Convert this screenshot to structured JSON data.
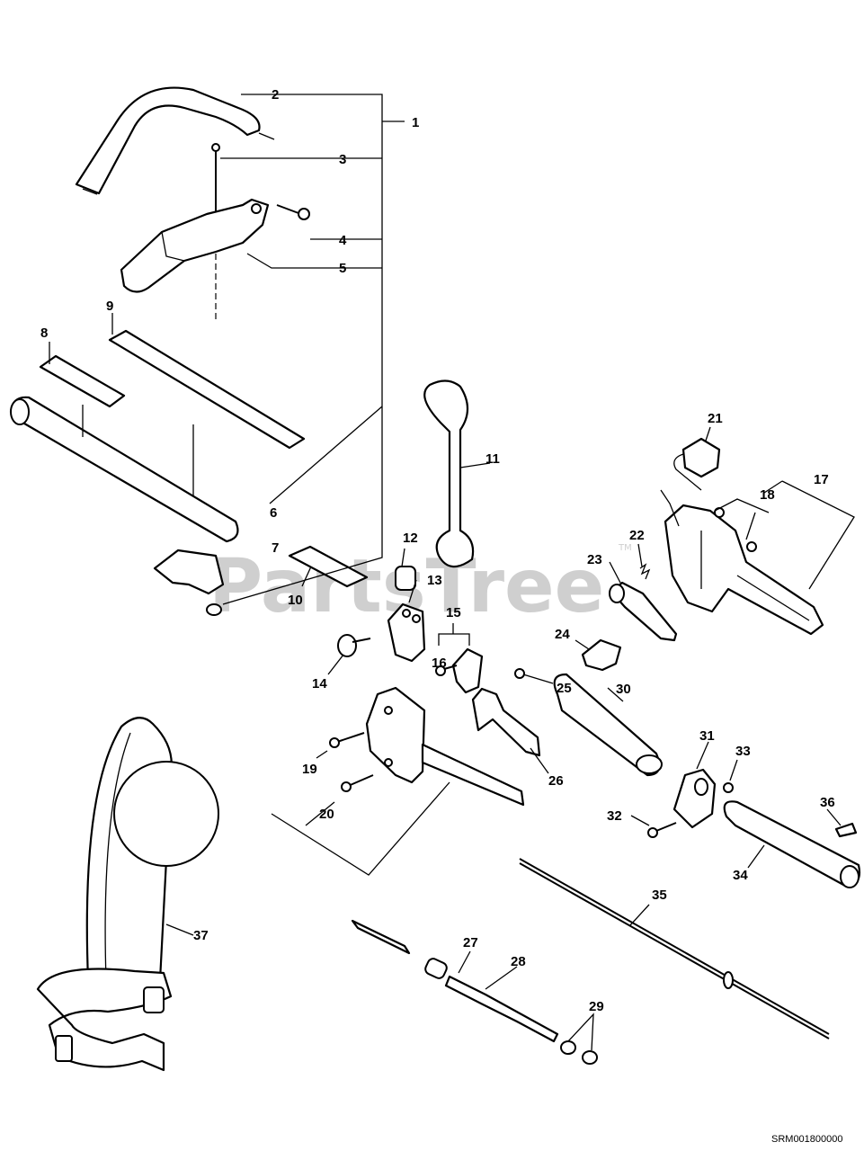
{
  "watermark": {
    "text": "PartsTree",
    "tm": "TM"
  },
  "drawing_code": "SRM001800000",
  "part_labels": [
    "1",
    "2",
    "3",
    "4",
    "5",
    "6",
    "7",
    "8",
    "9",
    "10",
    "11",
    "12",
    "13",
    "14",
    "15",
    "16",
    "17",
    "18",
    "19",
    "20",
    "21",
    "22",
    "23",
    "24",
    "25",
    "26",
    "27",
    "28",
    "29",
    "30",
    "31",
    "32",
    "33",
    "34",
    "35",
    "36",
    "37"
  ]
}
